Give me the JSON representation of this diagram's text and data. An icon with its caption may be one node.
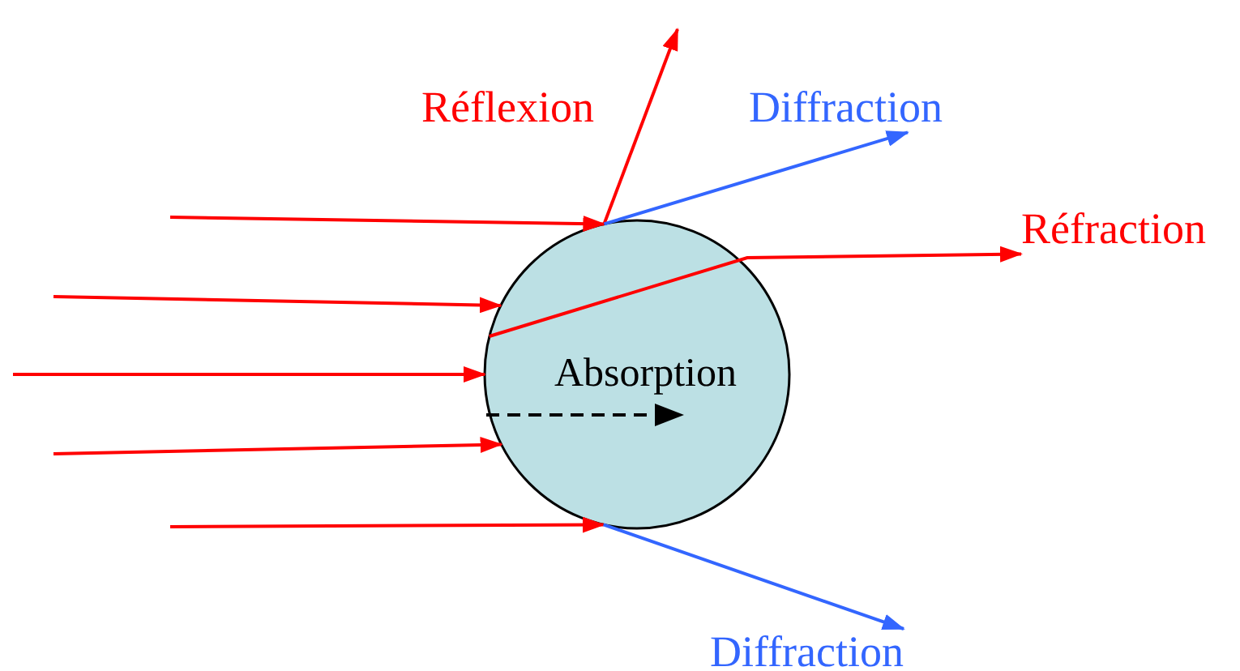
{
  "diagram": {
    "nodes": [
      {
        "text": [
          "Absorption"
        ]
      },
      {
        "text": [
          "Diffraction"
        ]
      },
      {
        "text": [
          "Réfraction"
        ]
      },
      {
        "text": [
          "Diffraction"
        ]
      }
    ],
    "edges": [
      {
        "from": null,
        "to": 0,
        "arrow": "to"
      },
      {
        "from": null,
        "to": 0,
        "arrow": "to"
      },
      {
        "from": null,
        "to": 0,
        "arrow": "to"
      },
      {
        "from": null,
        "to": 0,
        "arrow": "to"
      },
      {
        "from": null,
        "to": 0,
        "arrow": "to"
      },
      {
        "from": 0,
        "to": null,
        "arrow": "to"
      },
      {
        "from": 0,
        "to": 1,
        "arrow": "to",
        "color": "#3366ff"
      },
      {
        "from": 0,
        "to": 2,
        "arrow": "to"
      },
      {
        "from": 0,
        "to": 3,
        "arrow": "to",
        "color": "#3366ff"
      }
    ],
    "labels": [
      "Réflexion"
    ]
  }
}
